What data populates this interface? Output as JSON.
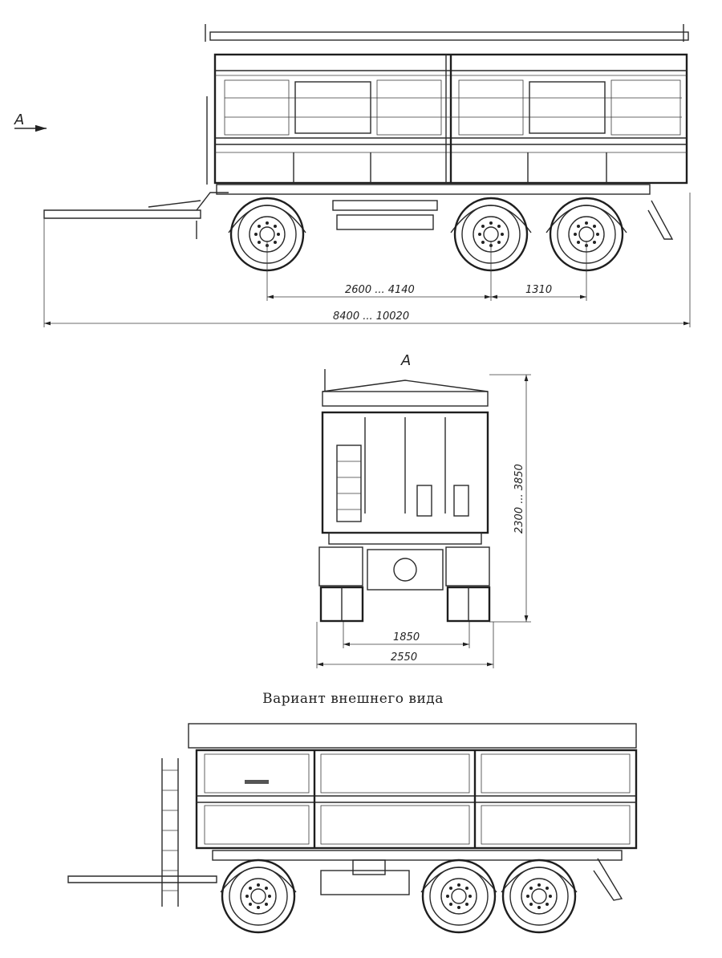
{
  "side_view": {
    "view_marker": "A",
    "dim_wheelbase": "2600 ... 4140",
    "dim_axle_spacing": "1310",
    "dim_overall_length": "8400 ... 10020"
  },
  "rear_view": {
    "title": "A",
    "dim_height": "2300 ... 3850",
    "dim_track": "1850",
    "dim_width": "2550"
  },
  "variant_view": {
    "caption": "Вариант внешнего вида"
  }
}
